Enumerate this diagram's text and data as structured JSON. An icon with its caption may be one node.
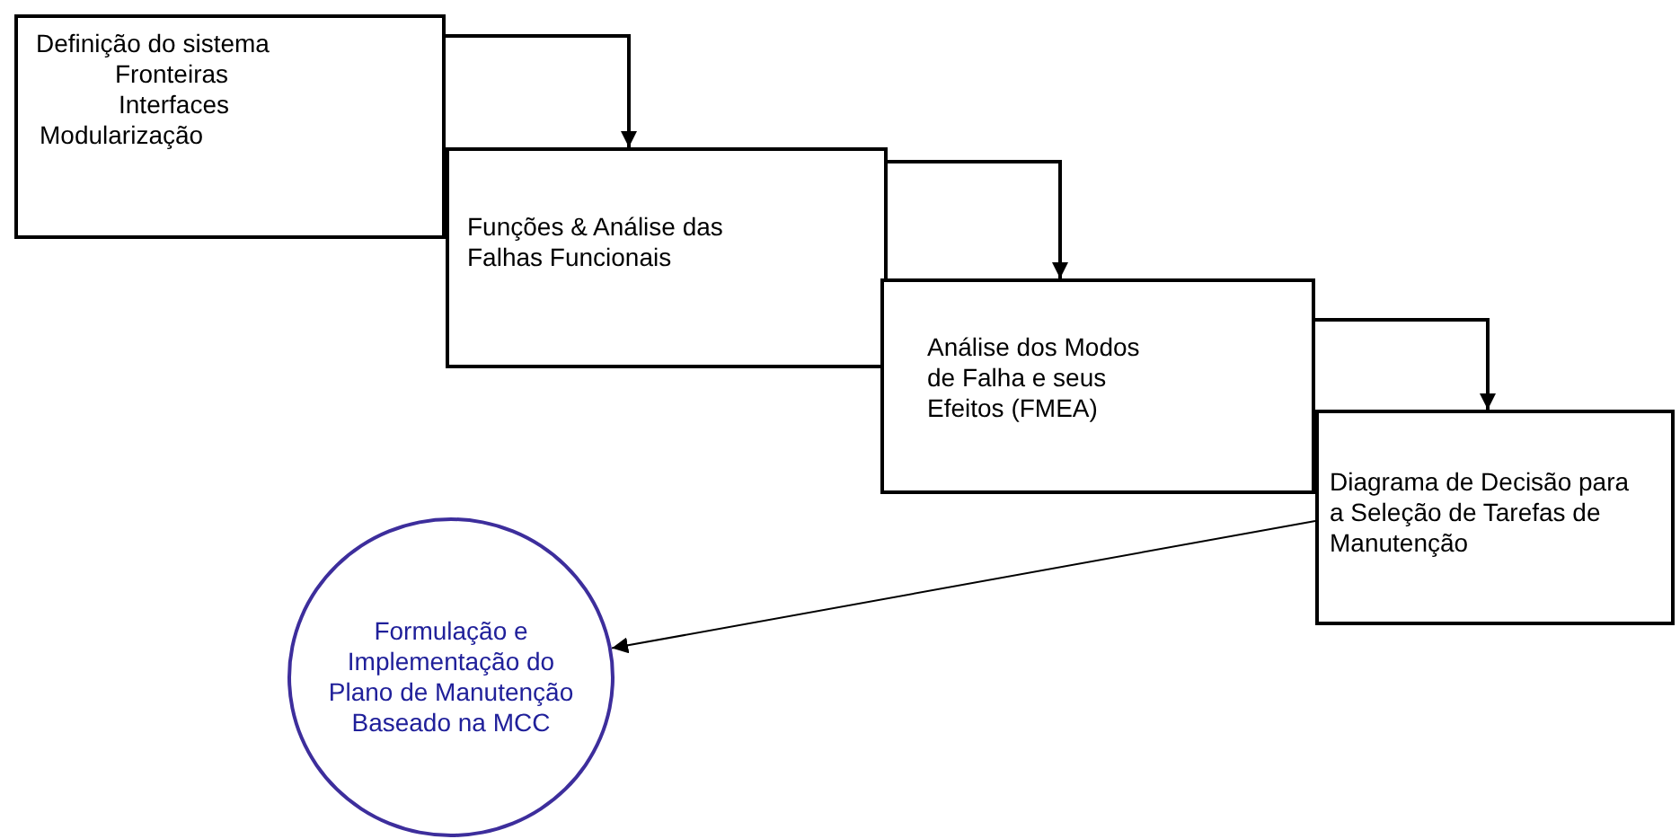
{
  "diagram": {
    "nodes": [
      {
        "text": [
          "Definição do sistema",
          "Fronteiras",
          "Interfaces",
          "Modularização"
        ]
      },
      {
        "text": [
          "Funções & Análise das Falhas Funcionais"
        ]
      },
      {
        "text": [
          "Análise dos Modos de Falha e seus Efeitos (FMEA)"
        ]
      },
      {
        "text": [
          "Diagrama de Decisão para a Seleção de Tarefas de Manutenção"
        ]
      },
      {
        "text": [
          "Formulação e Implementação do Plano de Manutenção Baseado na MCC"
        ]
      }
    ],
    "edges": [
      {
        "from": 0,
        "to": 1,
        "arrow": "to"
      },
      {
        "from": 1,
        "to": 2,
        "arrow": "to"
      },
      {
        "from": 2,
        "to": 3,
        "arrow": "to"
      },
      {
        "from": 3,
        "to": 4,
        "arrow": "to"
      }
    ]
  }
}
